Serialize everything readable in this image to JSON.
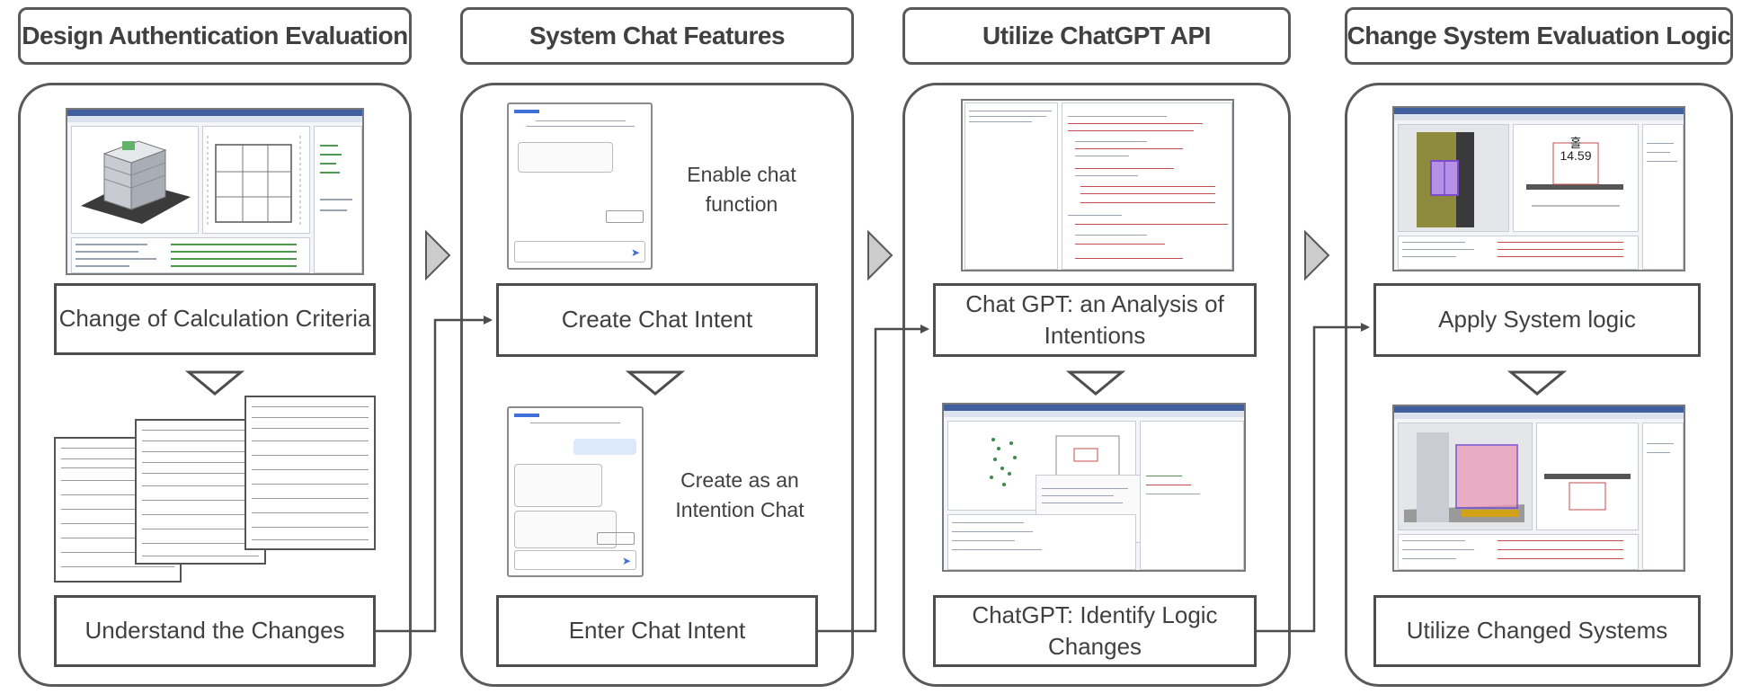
{
  "headers": [
    "Design Authentication Evaluation",
    "System Chat Features",
    "Utilize ChatGPT API",
    "Change System Evaluation Logic"
  ],
  "columns": [
    {
      "box1": "Change of Calculation Criteria",
      "box2": "Understand the Changes"
    },
    {
      "box1": "Create Chat Intent",
      "box2": "Enter Chat Intent",
      "note1": "Enable chat function",
      "note2": "Create as an Intention Chat"
    },
    {
      "box1": "Chat GPT: an Analysis of Intentions",
      "box2": "ChatGPT: Identify Logic Changes"
    },
    {
      "box1": "Apply System logic",
      "box2": "Utilize Changed Systems",
      "readout_label": "홀",
      "readout_value": "14.59"
    }
  ],
  "colors": {
    "stroke": "#595959",
    "text": "#404040",
    "arrow_fill": "#cccccc",
    "accent_purple": "#9a6ad8",
    "accent_pink": "#e89ab4"
  },
  "icons": [
    "next-step-arrow",
    "down-arrow",
    "connector-arrow",
    "send-icon"
  ]
}
